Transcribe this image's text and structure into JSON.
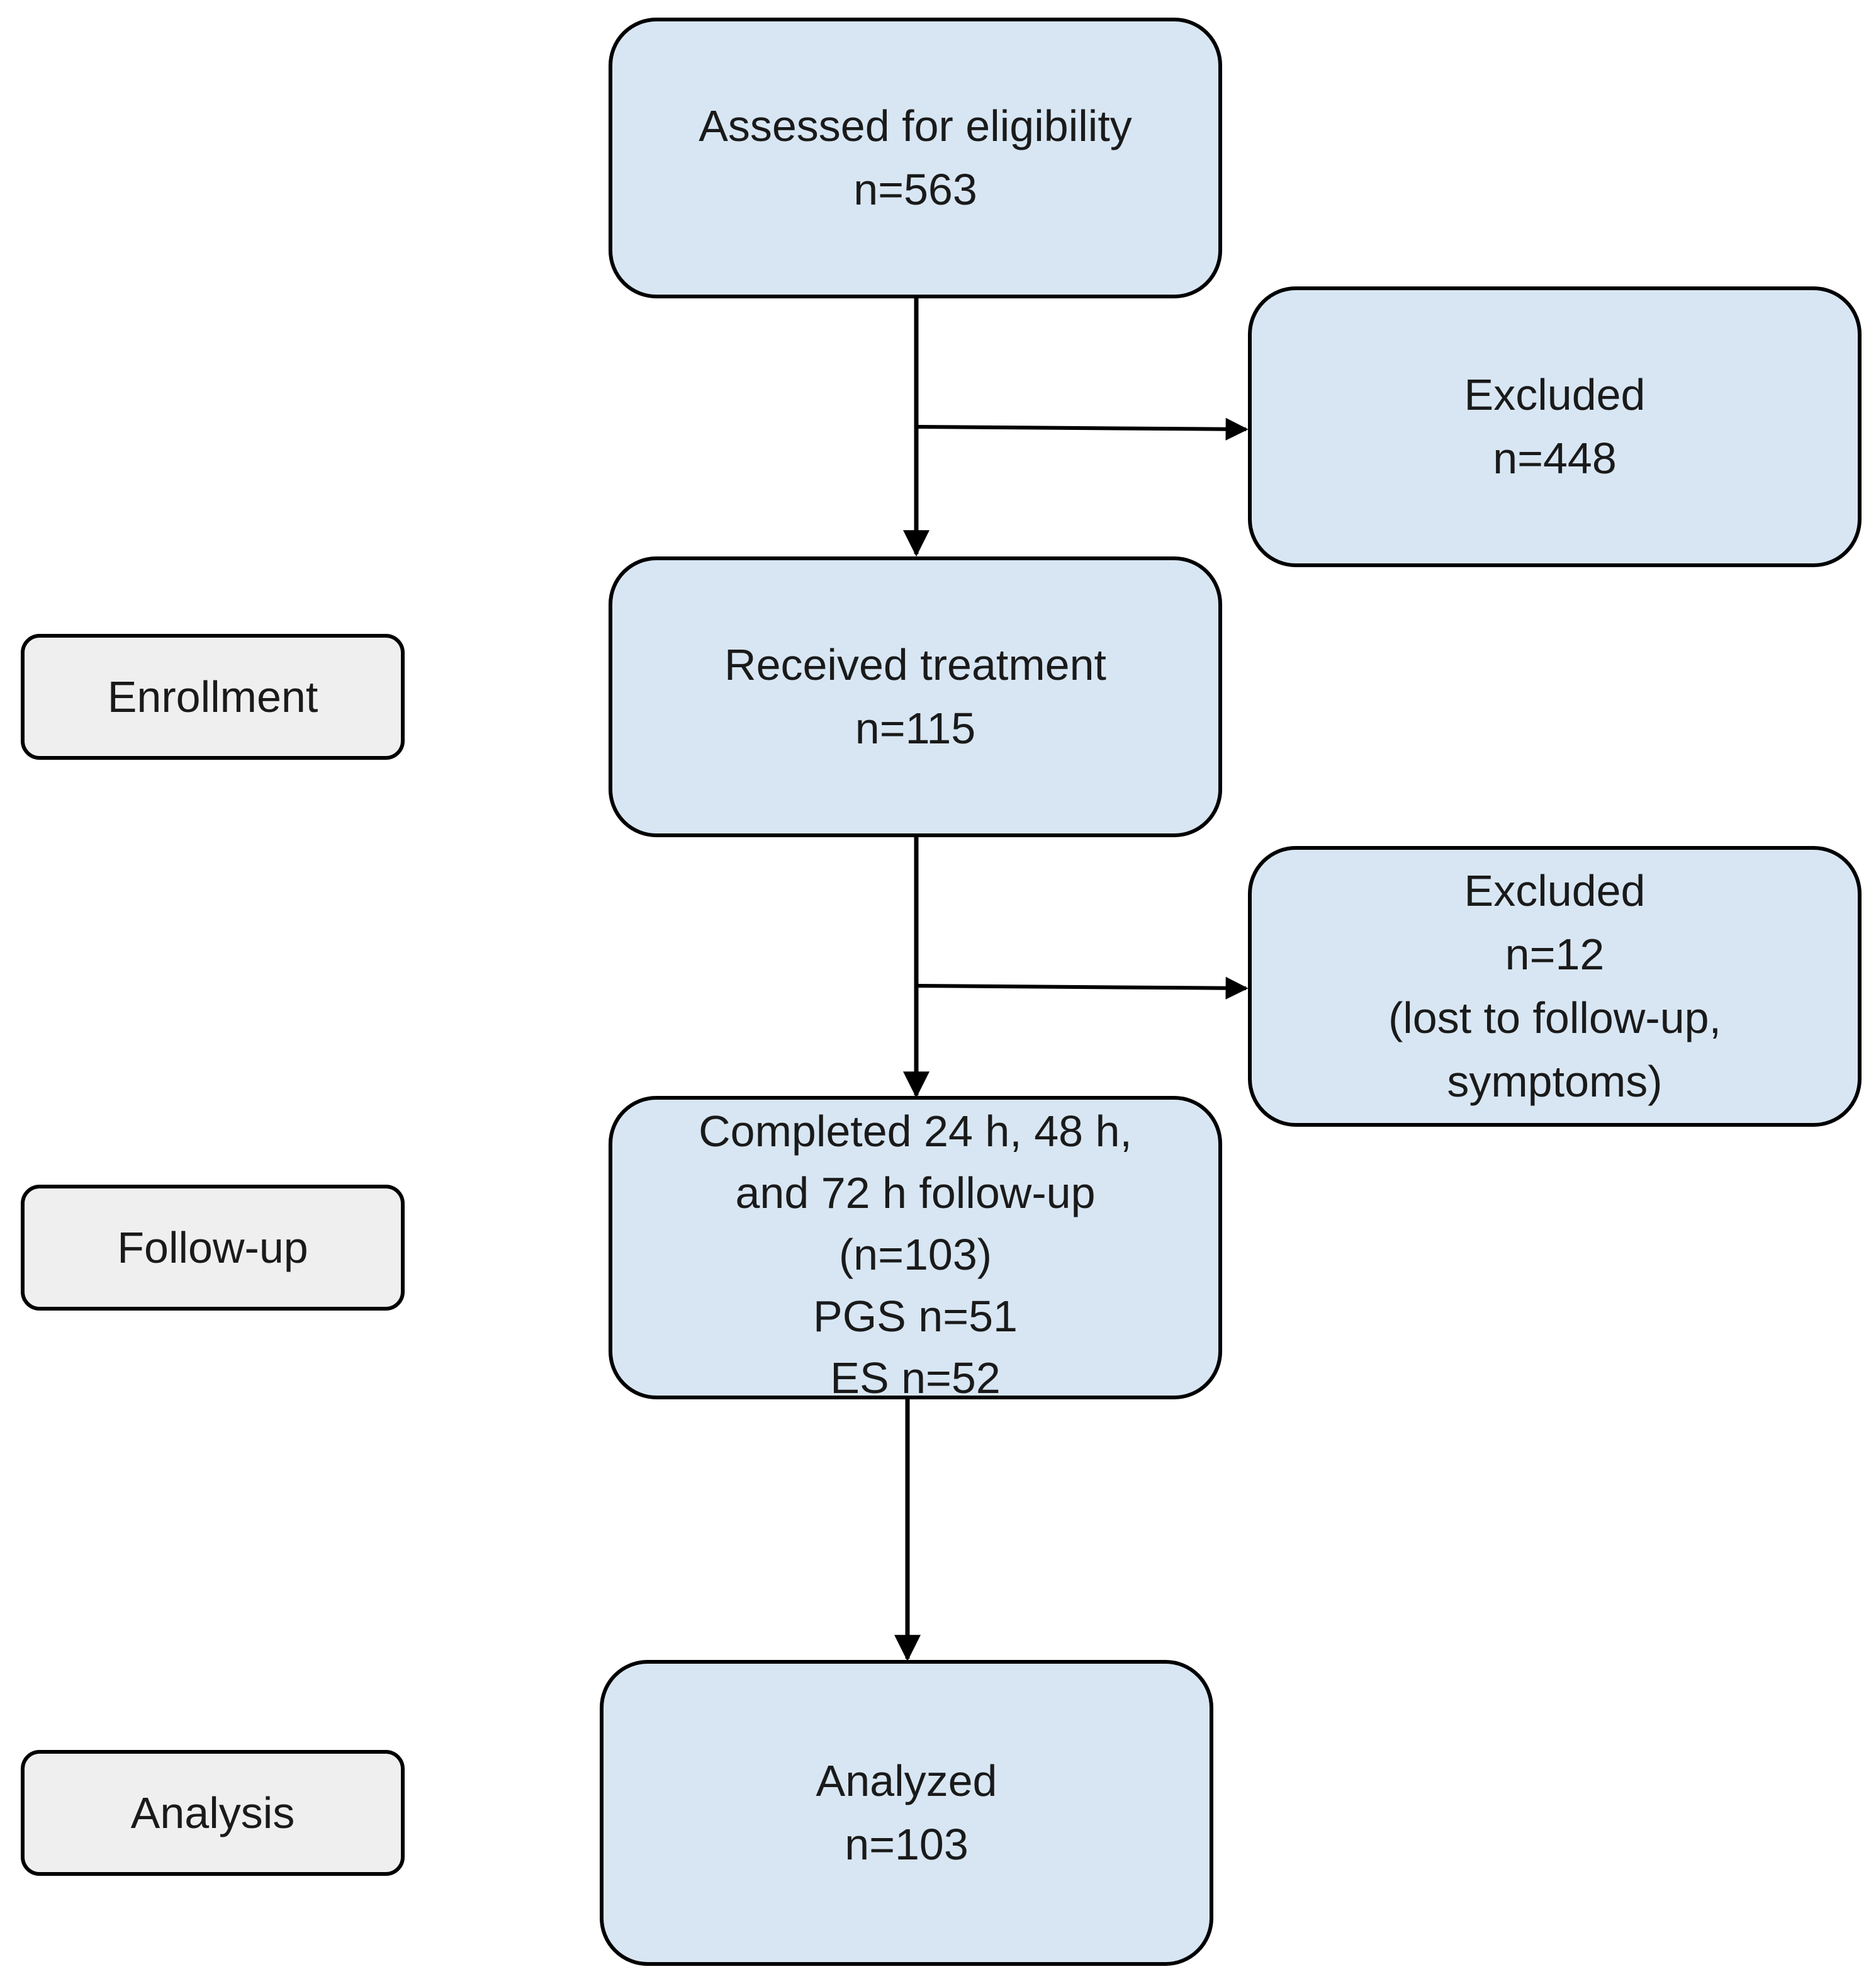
{
  "stages": {
    "enrollment": "Enrollment",
    "follow_up": "Follow-up",
    "analysis": "Analysis"
  },
  "nodes": {
    "assessed": {
      "line1": "Assessed for eligibility",
      "line2": "n=563"
    },
    "excluded_1": {
      "line1": "Excluded",
      "line2": "n=448"
    },
    "received": {
      "line1": "Received treatment",
      "line2": "n=115"
    },
    "excluded_2": {
      "line1": "Excluded",
      "line2": "n=12",
      "line3": "(lost to follow-up,",
      "line4": "symptoms)"
    },
    "completed": {
      "line1": "Completed 24 h, 48 h,",
      "line2": "and 72 h follow-up",
      "line3": "(n=103)",
      "line4": "PGS n=51",
      "line5": "ES n=52"
    },
    "analyzed": {
      "line1": "Analyzed",
      "line2": "n=103"
    }
  },
  "colors": {
    "node_fill": "#d8e6f3",
    "stage_fill": "#efefef",
    "stroke": "#000000"
  }
}
